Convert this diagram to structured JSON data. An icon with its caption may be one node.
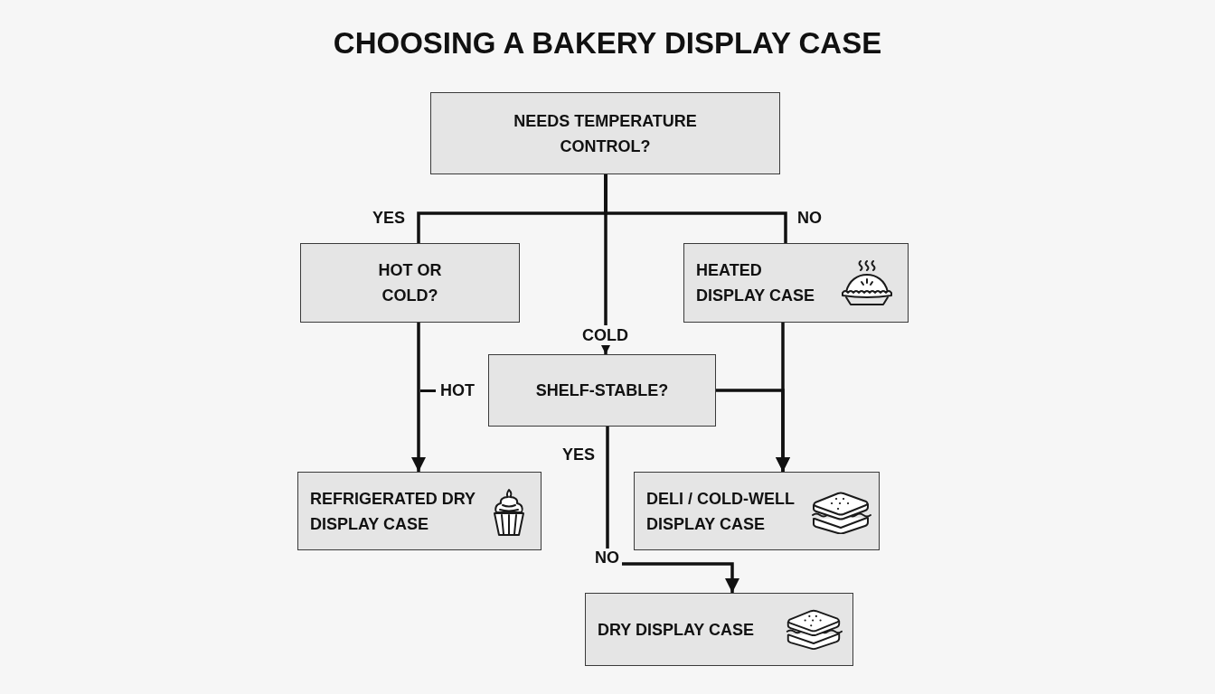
{
  "diagram": {
    "title": "CHOOSING A BAKERY DISPLAY CASE",
    "nodes": [
      {
        "text": [
          "NEEDS TEMPERATURE CONTROL?"
        ]
      },
      {
        "text": [
          "HOT OR COLD?"
        ]
      },
      {
        "text": [
          "HEATED DISPLAY CASE"
        ]
      },
      {
        "text": [
          "SHELF-STABLE?"
        ]
      },
      {
        "text": [
          "REFRIGERATED DRY DISPLAY CASE"
        ]
      },
      {
        "text": [
          "DELI / COLD-WELL DISPLAY CASE"
        ]
      },
      {
        "text": [
          "NO"
        ]
      },
      {
        "text": [
          "DRY DISPLAY CASE"
        ]
      }
    ],
    "edges": [
      {
        "from": 0,
        "to": 1,
        "arrow": "none",
        "label": "YES"
      },
      {
        "from": 0,
        "to": 3,
        "arrow": "to",
        "label": "COLD"
      },
      {
        "from": 0,
        "to": 2,
        "arrow": "none",
        "label": "NO"
      },
      {
        "from": 1,
        "to": 4,
        "arrow": "to",
        "label": "HOT"
      },
      {
        "from": 2,
        "to": 5,
        "arrow": "to"
      },
      {
        "from": 3,
        "to": 5,
        "arrow": "to"
      },
      {
        "from": 3,
        "to": 6,
        "arrow": "none",
        "label": "YES"
      },
      {
        "from": 6,
        "to": 7,
        "arrow": "to"
      }
    ]
  }
}
